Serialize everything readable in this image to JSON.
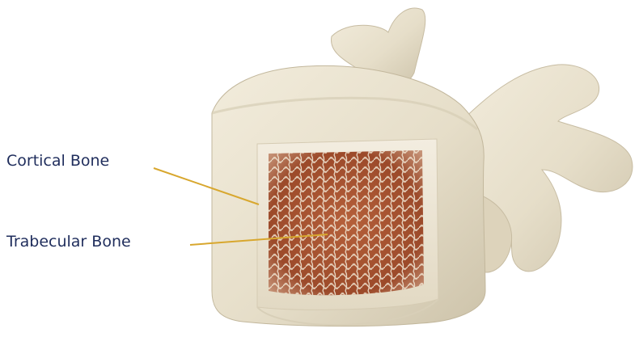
{
  "labels": {
    "cortical": "Cortical Bone",
    "trabecular": "Trabecular Bone"
  },
  "colors": {
    "label_text": "#1f2d5c",
    "leader_line": "#d8a72e",
    "bone": "#ece5d3",
    "bone_shadow": "#cfc6ae",
    "trabecular_fill": "#a8502c",
    "trabecular_mesh": "#f1e9d8"
  },
  "illustration": "vertebra-cross-section"
}
